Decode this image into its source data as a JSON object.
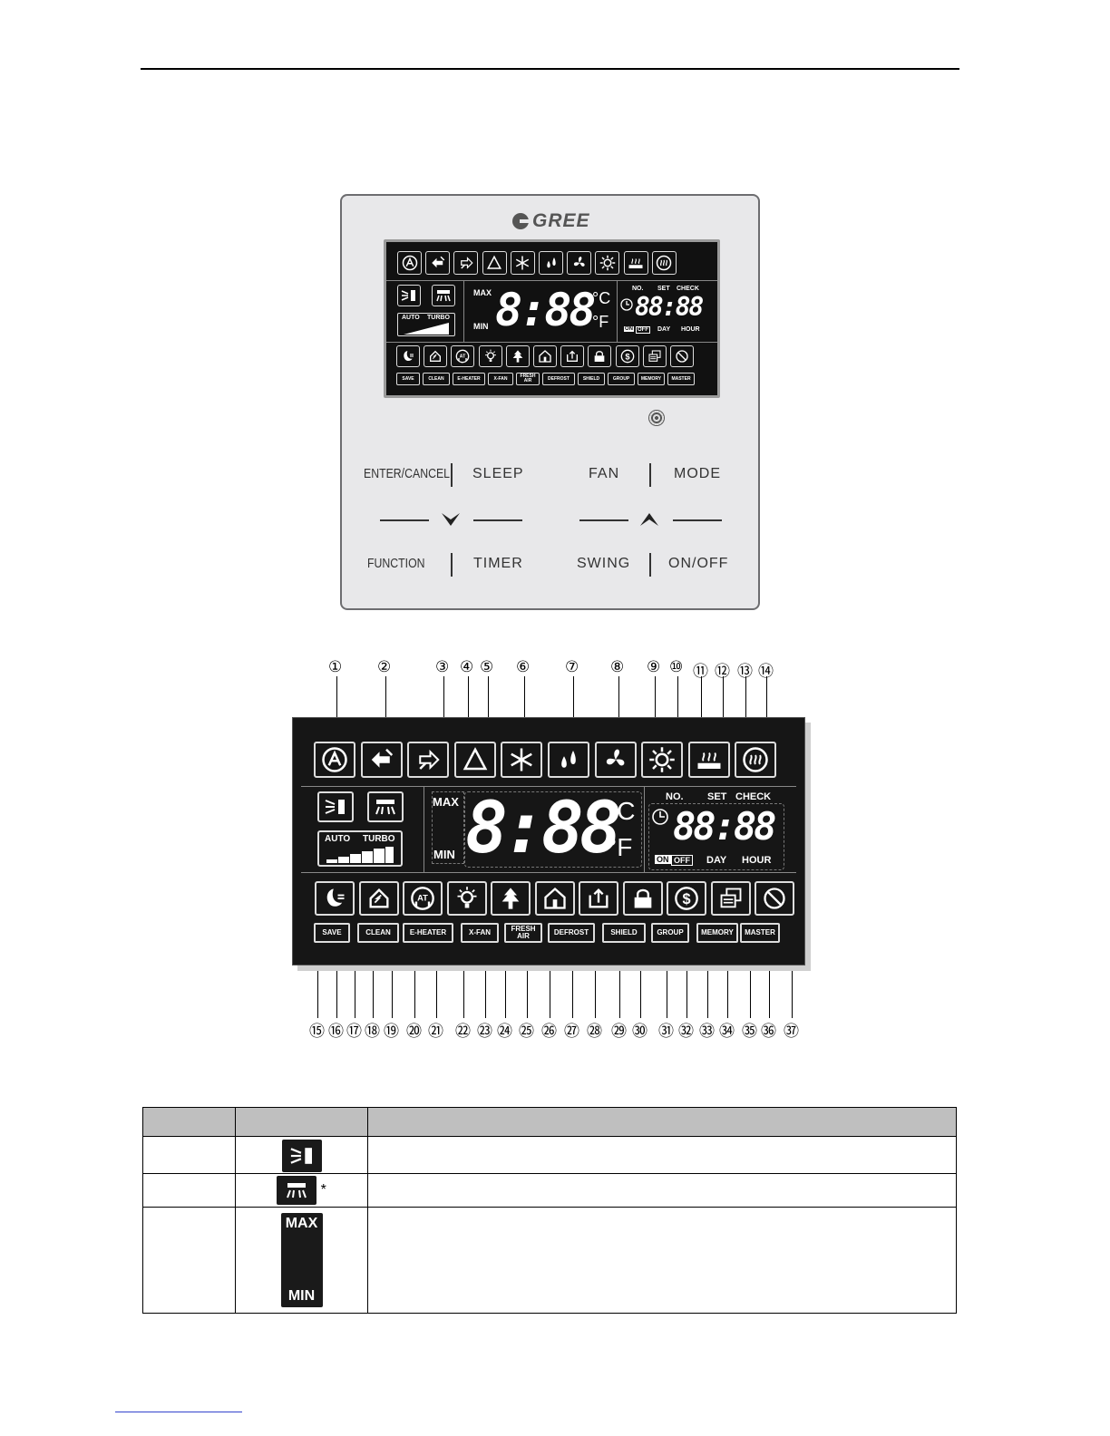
{
  "brand": "GREE",
  "controller": {
    "buttons": {
      "enter_cancel": "ENTER/CANCEL",
      "sleep": "SLEEP",
      "fan": "FAN",
      "mode": "MODE",
      "function": "FUNCTION",
      "timer": "TIMER",
      "swing": "SWING",
      "on_off": "ON/OFF"
    }
  },
  "lcd": {
    "temp_digits": "8:88",
    "clock_digits": "88:88",
    "max": "MAX",
    "min": "MIN",
    "celsius": "°C",
    "fahrenheit": "°F",
    "no": "NO.",
    "set": "SET",
    "check": "CHECK",
    "on": "ON",
    "off": "OFF",
    "day": "DAY",
    "hour": "HOUR",
    "auto": "AUTO",
    "turbo": "TURBO",
    "function_labels": [
      "SAVE",
      "CLEAN",
      "E-HEATER",
      "X-FAN",
      "FRESH AIR",
      "DEFROST",
      "SHIELD",
      "GROUP",
      "MEMORY",
      "MASTER"
    ],
    "fresh_air_lines": [
      "FRESH",
      "AIR"
    ]
  },
  "callouts_top": [
    "①",
    "②",
    "③",
    "④",
    "⑤",
    "⑥",
    "⑦",
    "⑧",
    "⑨",
    "⑩",
    "⑪",
    "⑫",
    "⑬",
    "⑭"
  ],
  "callouts_bottom": [
    "⑮",
    "⑯",
    "⑰",
    "⑱",
    "⑲",
    "⑳",
    "㉑",
    "㉒",
    "㉓",
    "㉔",
    "㉕",
    "㉖",
    "㉗",
    "㉘",
    "㉙",
    "㉚",
    "㉛",
    "㉜",
    "㉝",
    "㉞",
    "㉟",
    "㊱",
    "㊲"
  ],
  "table": {
    "row_2_note": "*",
    "row_3_max": "MAX",
    "row_3_min": "MIN"
  }
}
